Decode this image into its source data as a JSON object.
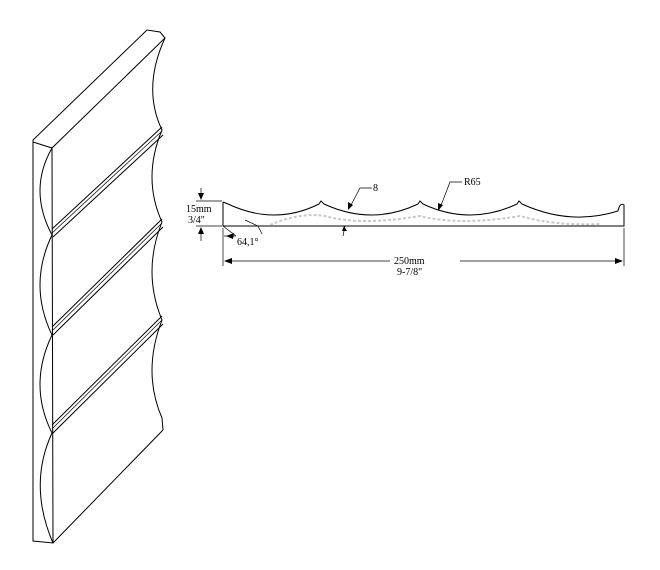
{
  "dimensions": {
    "thickness_mm": "15mm",
    "thickness_in": "3/4\"",
    "width_mm": "250mm",
    "width_in": "9-7/8\"",
    "groove": "8",
    "radius": "R65",
    "angle": "64,1°"
  }
}
